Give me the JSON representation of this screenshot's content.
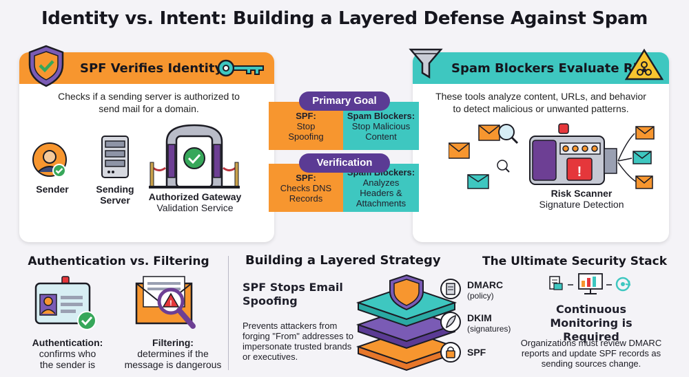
{
  "title": "Identity vs. Intent: Building a Layered Defense Against Spam",
  "spf_card": {
    "heading": "SPF Verifies Identity",
    "description": "Checks if a sending server is authorized to send mail for a domain.",
    "sender": "Sender",
    "sending_server": "Sending Server",
    "gateway_title": "Authorized Gateway",
    "gateway_sub": "Validation Service",
    "accent": "#f7962f"
  },
  "spam_card": {
    "heading": "Spam Blockers Evaluate Risk",
    "description": "These tools analyze content, URLs, and behavior to detect malicious or unwanted patterns.",
    "scanner_title": "Risk Scanner",
    "scanner_sub": "Signature Detection",
    "accent": "#3ec7c0"
  },
  "compare": {
    "primary_goal": "Primary Goal",
    "goal_spf_label": "SPF:",
    "goal_spf_text": "Stop Spoofing",
    "goal_sb_label": "Spam Blockers:",
    "goal_sb_text": "Stop Malicious Content",
    "verification": "Verification",
    "ver_spf_label": "SPF:",
    "ver_spf_text": "Checks DNS Records",
    "ver_sb_label": "Spam Blockers:",
    "ver_sb_text": "Analyzes Headers & Attachments",
    "pill_color": "#5b3b94"
  },
  "auth_filter": {
    "heading": "Authentication vs. Filtering",
    "auth_label": "Authentication:",
    "auth_text": "confirms who the sender is",
    "filter_label": "Filtering:",
    "filter_text": "determines if the message is dangerous"
  },
  "layered": {
    "heading": "Building a Layered Strategy",
    "sub_heading": "SPF Stops Email Spoofing",
    "text": "Prevents attackers from forging \"From\" addresses to impersonate trusted brands or executives.",
    "layers": [
      {
        "name": "DMARC",
        "note": "(policy)"
      },
      {
        "name": "DKIM",
        "note": "(signatures)"
      },
      {
        "name": "SPF",
        "note": ""
      }
    ]
  },
  "stack": {
    "heading": "The Ultimate Security Stack",
    "sub_heading": "Continuous Monitoring is Required",
    "text": "Organizations must review DMARC reports and update SPF records as sending sources change."
  }
}
